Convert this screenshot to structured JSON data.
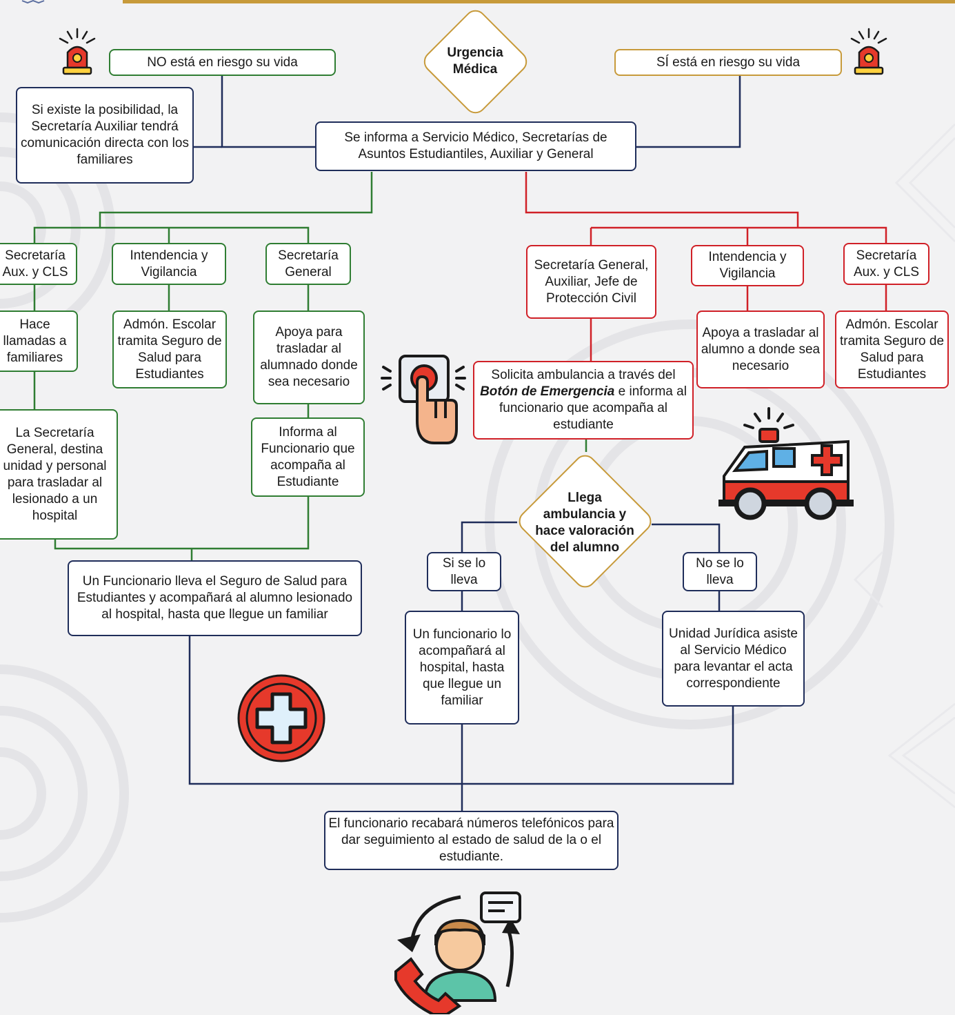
{
  "header": {
    "accent_color": "#c79a3a"
  },
  "colors": {
    "navy": "#1f2d5a",
    "green": "#2f7d32",
    "red": "#d02027",
    "gold": "#c79a3a"
  },
  "start": {
    "line1": "Urgencia",
    "line2": "Médica"
  },
  "branches": {
    "no_risk": "NO está en riesgo su vida",
    "risk": "SÍ está en riesgo su vida"
  },
  "family_contact": "Si existe la posibilidad, la Secretaría Auxiliar tendrá comunicación directa con los familiares",
  "inform": "Se informa a Servicio Médico, Secretarías de Asuntos Estudiantiles, Auxiliar y General",
  "left_branch": {
    "aux_cls": "Secretaría Aux. y CLS",
    "calls": "Hace llamadas a familiares",
    "general_assigns": "La Secretaría General, destina unidad y personal para trasladar al lesionado a un hospital",
    "intendencia": "Intendencia y Vigilancia",
    "admon": "Admón. Escolar tramita Seguro de Salud para Estudiantes",
    "general": "Secretaría General",
    "support": "Apoya para trasladar al alumnado donde sea necesario",
    "informs": "Informa al Funcionario que acompaña al Estudiante",
    "official": "Un Funcionario lleva el Seguro de Salud para Estudiantes y acompañará al alumno lesionado al hospital, hasta que llegue un familiar"
  },
  "right_branch": {
    "general_aux": "Secretaría General, Auxiliar, Jefe de Protección Civil",
    "intendencia": "Intendencia y Vigilancia",
    "aux_cls": "Secretaría Aux. y CLS",
    "support": "Apoya a trasladar al alumno a donde sea necesario",
    "admon": "Admón. Escolar tramita Seguro de Salud para Estudiantes",
    "ambulance_request": {
      "before": "Solicita ambulancia a través del ",
      "emphasis": "Botón de Emergencia",
      "after": " e informa al funcionario que acompaña al estudiante"
    },
    "decision": "Llega ambulancia y hace valoración del alumno",
    "yes_label": "Si se lo lleva",
    "no_label": "No se lo lleva",
    "yes_result": "Un funcionario lo acompañará al hospital, hasta que llegue un familiar",
    "no_result": "Unidad Jurídica asiste al Servicio Médico para levantar el acta correspondiente"
  },
  "final": "El funcionario recabará números telefónicos para dar seguimiento al estado de salud de la o el estudiante.",
  "icons": [
    "siren-icon",
    "siren-icon",
    "emergency-button-icon",
    "ambulance-icon",
    "medical-cross-icon",
    "call-center-icon"
  ]
}
